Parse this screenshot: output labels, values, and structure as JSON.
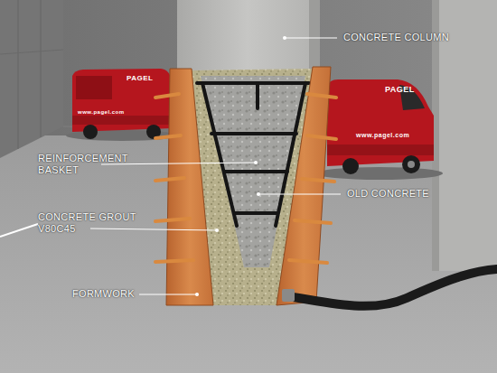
{
  "diagram": {
    "labels": [
      "CONCRETE COLUMN",
      "PAGEL",
      "PAGEL",
      "www.pagel.com",
      "REINFORCEMENT BASKET",
      "www.pagel.com",
      "OLD CONCRETE",
      "CONCRETE GROUT V80C45",
      "FORMWORK"
    ]
  }
}
